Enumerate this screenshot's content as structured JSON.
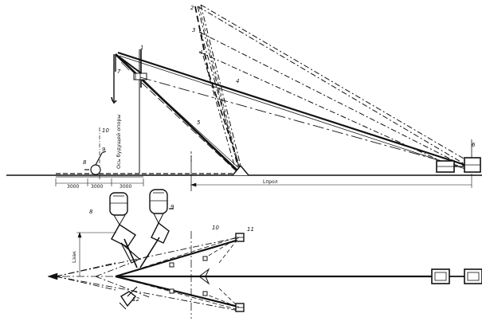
{
  "diagram": {
    "top_view": {
      "dimensions": [
        "3000",
        "3000",
        "3000"
      ],
      "span_label": "Lпрол",
      "vertical_label": "Ось будущей опоры",
      "callouts": [
        "1",
        "2",
        "3",
        "4",
        "4",
        "5",
        "6",
        "7",
        "8",
        "9",
        "10"
      ]
    },
    "plan_view": {
      "height_label": "Lзак",
      "callouts": [
        "8",
        "9",
        "10",
        "11",
        "12"
      ]
    }
  }
}
